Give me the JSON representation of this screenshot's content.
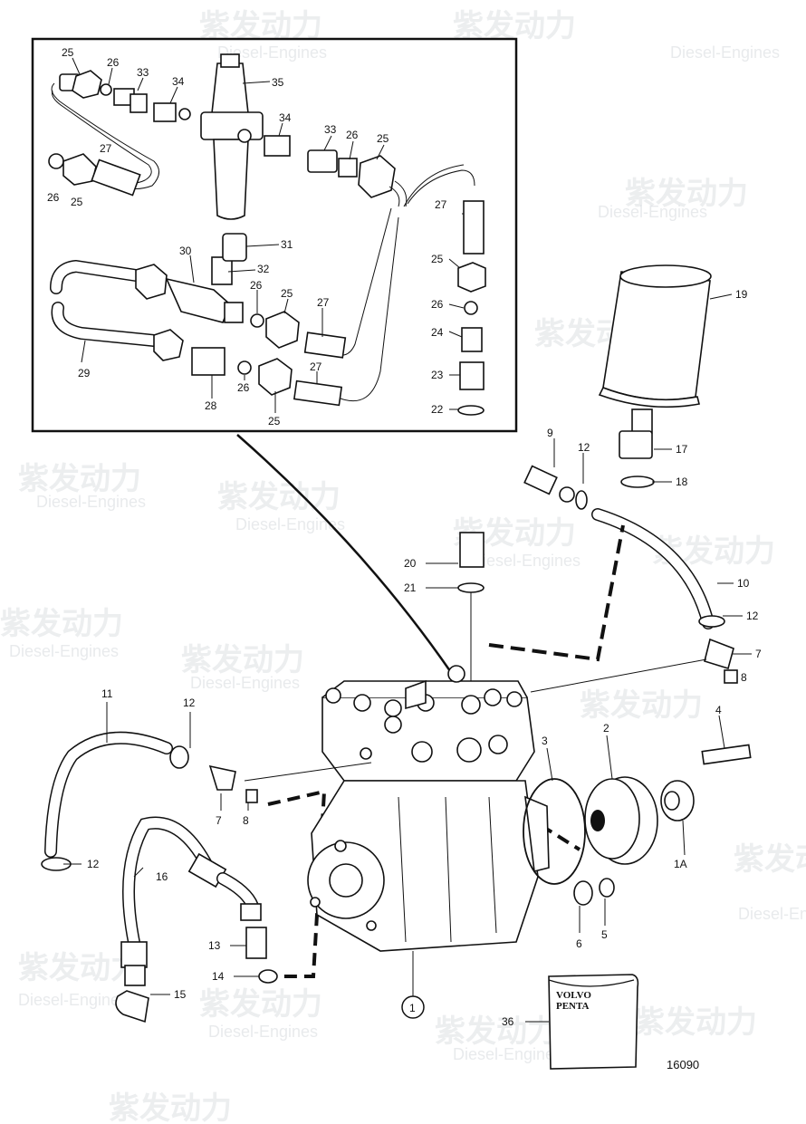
{
  "drawing_number": "16090",
  "brand_badge": {
    "line1": "VOLVO",
    "line2": "PENTA"
  },
  "watermark": {
    "brand_cn": "紫发动力",
    "brand_en": "Diesel-Engines"
  },
  "callouts": {
    "inset": [
      "25",
      "26",
      "33",
      "34",
      "35",
      "34",
      "33",
      "26",
      "25",
      "27",
      "26",
      "25",
      "27",
      "25",
      "26",
      "24",
      "23",
      "22",
      "31",
      "30",
      "32",
      "26",
      "25",
      "27",
      "29",
      "28",
      "26",
      "25",
      "27"
    ],
    "main": [
      "19",
      "17",
      "18",
      "9",
      "12",
      "10",
      "12",
      "7",
      "8",
      "20",
      "21",
      "11",
      "12",
      "7",
      "8",
      "12",
      "16",
      "13",
      "14",
      "15",
      "3",
      "2",
      "4",
      "1A",
      "6",
      "5",
      "1",
      "36"
    ]
  }
}
